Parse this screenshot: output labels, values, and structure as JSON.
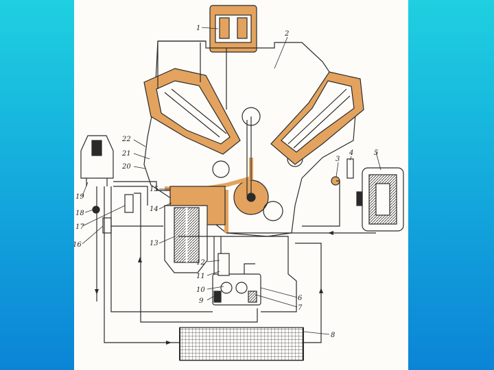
{
  "colors": {
    "background_top": "#1fd0e0",
    "background_bottom": "#0b84d6",
    "panel": "#fdfcf8",
    "oil_highlight": "#e3a35e",
    "line": "#2a2a2a"
  },
  "diagram": {
    "labels": [
      "1",
      "2",
      "3",
      "4",
      "5",
      "6",
      "7",
      "8",
      "9",
      "10",
      "11",
      "12",
      "13",
      "14",
      "15",
      "16",
      "17",
      "18",
      "19",
      "20",
      "21",
      "22"
    ]
  }
}
